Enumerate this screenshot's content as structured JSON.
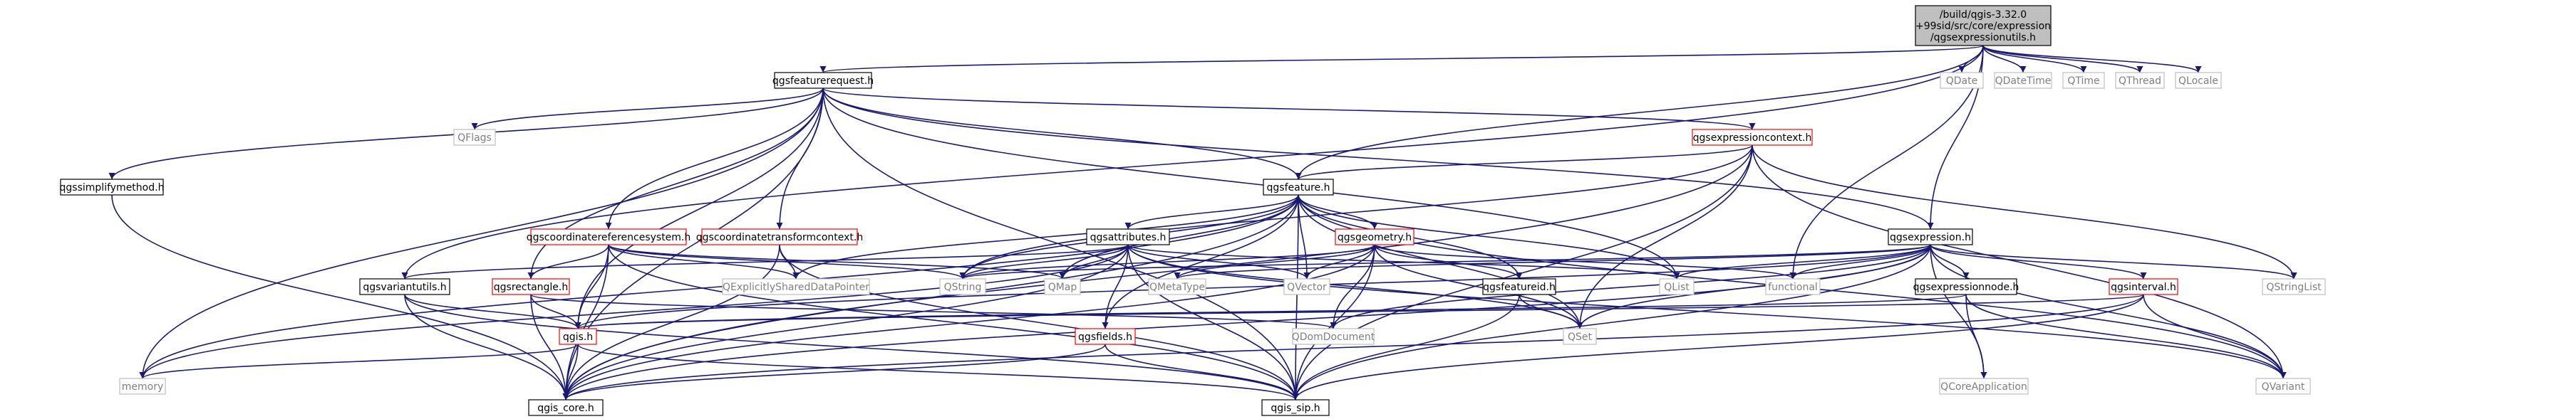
{
  "colors": {
    "edge": "#191970",
    "root_fill": "#bfbfbf",
    "root_stroke": "#000000",
    "normal_stroke": "#000000",
    "missing_stroke": "#ff0000",
    "external_stroke": "#bfbfbf",
    "external_text": "#7f7f7f",
    "text": "#000000"
  },
  "nodes": [
    {
      "id": "root",
      "label": "/build/qgis-3.32.0\n+99sid/src/core/expression\n/qgsexpressionutils.h",
      "kind": "root"
    },
    {
      "id": "qgsfeaturerequest",
      "label": "qgsfeaturerequest.h",
      "kind": "normal"
    },
    {
      "id": "qdate",
      "label": "QDate",
      "kind": "external"
    },
    {
      "id": "qdatetime",
      "label": "QDateTime",
      "kind": "external"
    },
    {
      "id": "qtime",
      "label": "QTime",
      "kind": "external"
    },
    {
      "id": "qthread",
      "label": "QThread",
      "kind": "external"
    },
    {
      "id": "qlocale",
      "label": "QLocale",
      "kind": "external"
    },
    {
      "id": "qflags",
      "label": "QFlags",
      "kind": "external"
    },
    {
      "id": "qgsexpressioncontext",
      "label": "qgsexpressioncontext.h",
      "kind": "missing"
    },
    {
      "id": "qgssimplifymethod",
      "label": "qgssimplifymethod.h",
      "kind": "normal"
    },
    {
      "id": "qgsfeature",
      "label": "qgsfeature.h",
      "kind": "normal"
    },
    {
      "id": "qgsexpression",
      "label": "qgsexpression.h",
      "kind": "normal"
    },
    {
      "id": "qgscoordinatereferencesystem",
      "label": "qgscoordinatereferencesystem.h",
      "kind": "missing"
    },
    {
      "id": "qgscoordinatetransformcontext",
      "label": "qgscoordinatetransformcontext.h",
      "kind": "missing"
    },
    {
      "id": "qgsattributes",
      "label": "qgsattributes.h",
      "kind": "normal"
    },
    {
      "id": "qgsgeometry",
      "label": "qgsgeometry.h",
      "kind": "missing"
    },
    {
      "id": "qgsvariantutils",
      "label": "qgsvariantutils.h",
      "kind": "normal"
    },
    {
      "id": "qgsrectangle",
      "label": "qgsrectangle.h",
      "kind": "missing"
    },
    {
      "id": "qexplicitly",
      "label": "QExplicitlySharedDataPointer",
      "kind": "external"
    },
    {
      "id": "qstring",
      "label": "QString",
      "kind": "external"
    },
    {
      "id": "qmap",
      "label": "QMap",
      "kind": "external"
    },
    {
      "id": "qmetatype",
      "label": "QMetaType",
      "kind": "external"
    },
    {
      "id": "qvector",
      "label": "QVector",
      "kind": "external"
    },
    {
      "id": "qgsfeatureid",
      "label": "qgsfeatureid.h",
      "kind": "normal"
    },
    {
      "id": "qlist",
      "label": "QList",
      "kind": "external"
    },
    {
      "id": "functional",
      "label": "functional",
      "kind": "external"
    },
    {
      "id": "qgsexpressionnode",
      "label": "qgsexpressionnode.h",
      "kind": "normal"
    },
    {
      "id": "qgsinterval",
      "label": "qgsinterval.h",
      "kind": "missing"
    },
    {
      "id": "qstringlist",
      "label": "QStringList",
      "kind": "external"
    },
    {
      "id": "qgis",
      "label": "qgis.h",
      "kind": "missing"
    },
    {
      "id": "qgsfields",
      "label": "qgsfields.h",
      "kind": "missing"
    },
    {
      "id": "qdomdocument",
      "label": "QDomDocument",
      "kind": "external"
    },
    {
      "id": "qset",
      "label": "QSet",
      "kind": "external"
    },
    {
      "id": "qcoreapplication",
      "label": "QCoreApplication",
      "kind": "external"
    },
    {
      "id": "qvariant",
      "label": "QVariant",
      "kind": "external"
    },
    {
      "id": "memory",
      "label": "memory",
      "kind": "external"
    },
    {
      "id": "qgis_core",
      "label": "qgis_core.h",
      "kind": "normal"
    },
    {
      "id": "qgis_sip",
      "label": "qgis_sip.h",
      "kind": "normal"
    }
  ],
  "edges": [
    [
      "root",
      "qgsfeaturerequest"
    ],
    [
      "root",
      "qdate"
    ],
    [
      "root",
      "qdatetime"
    ],
    [
      "root",
      "qtime"
    ],
    [
      "root",
      "qthread"
    ],
    [
      "root",
      "qlocale"
    ],
    [
      "root",
      "qgsexpression"
    ],
    [
      "root",
      "qgsfeature"
    ],
    [
      "root",
      "qgsvariantutils"
    ],
    [
      "root",
      "functional"
    ],
    [
      "qgsfeaturerequest",
      "qflags"
    ],
    [
      "qgsfeaturerequest",
      "qgsexpressioncontext"
    ],
    [
      "qgsfeaturerequest",
      "qgssimplifymethod"
    ],
    [
      "qgsfeaturerequest",
      "qgsfeature"
    ],
    [
      "qgsfeaturerequest",
      "qgsexpression"
    ],
    [
      "qgsfeaturerequest",
      "qgscoordinatereferencesystem"
    ],
    [
      "qgsfeaturerequest",
      "qgscoordinatetransformcontext"
    ],
    [
      "qgsfeaturerequest",
      "qgsrectangle"
    ],
    [
      "qgsfeaturerequest",
      "qgis_core"
    ],
    [
      "qgsfeaturerequest",
      "qgis_sip"
    ],
    [
      "qgsfeaturerequest",
      "qgis"
    ],
    [
      "qgsfeaturerequest",
      "memory"
    ],
    [
      "qgsfeaturerequest",
      "qlist"
    ],
    [
      "qgsexpressioncontext",
      "qgsfeature"
    ],
    [
      "qgsexpressioncontext",
      "qgis_core"
    ],
    [
      "qgsexpressioncontext",
      "qstring"
    ],
    [
      "qgsexpressioncontext",
      "qstringlist"
    ],
    [
      "qgsexpressioncontext",
      "qvariant"
    ],
    [
      "qgsexpressioncontext",
      "qset"
    ],
    [
      "qgsexpressioncontext",
      "qgis_sip"
    ],
    [
      "qgssimplifymethod",
      "qgis_core"
    ],
    [
      "qgsfeature",
      "qgsattributes"
    ],
    [
      "qgsfeature",
      "qgsgeometry"
    ],
    [
      "qgsfeature",
      "qgsfields"
    ],
    [
      "qgsfeature",
      "qgsfeatureid"
    ],
    [
      "qgsfeature",
      "qexplicitly"
    ],
    [
      "qgsfeature",
      "qstring"
    ],
    [
      "qgsfeature",
      "qmap"
    ],
    [
      "qgsfeature",
      "qvector"
    ],
    [
      "qgsfeature",
      "qset"
    ],
    [
      "qgsfeature",
      "qlist"
    ],
    [
      "qgsfeature",
      "qvariant"
    ],
    [
      "qgsfeature",
      "qgis_core"
    ],
    [
      "qgsfeature",
      "qgis_sip"
    ],
    [
      "qgsfeature",
      "memory"
    ],
    [
      "qgsexpression",
      "qmetatype"
    ],
    [
      "qgsexpression",
      "qstringlist"
    ],
    [
      "qgsexpression",
      "qvariant"
    ],
    [
      "qgsexpression",
      "qlist"
    ],
    [
      "qgsexpression",
      "qdomdocument"
    ],
    [
      "qgsexpression",
      "qcoreapplication"
    ],
    [
      "qgsexpression",
      "qset"
    ],
    [
      "qgsexpression",
      "functional"
    ],
    [
      "qgsexpression",
      "qgsexpressionnode"
    ],
    [
      "qgsexpression",
      "qgsinterval"
    ],
    [
      "qgsexpression",
      "qgis"
    ],
    [
      "qgsexpression",
      "qgis_core"
    ],
    [
      "qgsexpression",
      "qgis_sip"
    ],
    [
      "qgsexpression",
      "qstring"
    ],
    [
      "qgscoordinatereferencesystem",
      "qgsrectangle"
    ],
    [
      "qgscoordinatereferencesystem",
      "qgis"
    ],
    [
      "qgscoordinatereferencesystem",
      "qgis_core"
    ],
    [
      "qgscoordinatereferencesystem",
      "qgis_sip"
    ],
    [
      "qgscoordinatereferencesystem",
      "qexplicitly"
    ],
    [
      "qgscoordinatereferencesystem",
      "qstring"
    ],
    [
      "qgscoordinatereferencesystem",
      "qmap"
    ],
    [
      "qgscoordinatetransformcontext",
      "qgis_core"
    ],
    [
      "qgscoordinatetransformcontext",
      "qgis_sip"
    ],
    [
      "qgscoordinatetransformcontext",
      "qexplicitly"
    ],
    [
      "qgsattributes",
      "qgis_core"
    ],
    [
      "qgsattributes",
      "qgis_sip"
    ],
    [
      "qgsattributes",
      "qmap"
    ],
    [
      "qgsattributes",
      "qstring"
    ],
    [
      "qgsattributes",
      "qvariant"
    ],
    [
      "qgsattributes",
      "qlist"
    ],
    [
      "qgsattributes",
      "qvector"
    ],
    [
      "qgsattributes",
      "qgsfields"
    ],
    [
      "qgsattributes",
      "qgsvariantutils"
    ],
    [
      "qgsattributes",
      "qset"
    ],
    [
      "qgsattributes",
      "memory"
    ],
    [
      "qgsgeometry",
      "functional"
    ],
    [
      "qgsgeometry",
      "qdomdocument"
    ],
    [
      "qgsgeometry",
      "qset"
    ],
    [
      "qgsgeometry",
      "qstring"
    ],
    [
      "qgsgeometry",
      "qvector"
    ],
    [
      "qgsgeometry",
      "qgis_core"
    ],
    [
      "qgsgeometry",
      "qgis_sip"
    ],
    [
      "qgsgeometry",
      "qgsfeatureid"
    ],
    [
      "qgsgeometry",
      "qmetatype"
    ],
    [
      "qgsvariantutils",
      "qgis"
    ],
    [
      "qgsvariantutils",
      "qgis_core"
    ],
    [
      "qgsvariantutils",
      "qgis_sip"
    ],
    [
      "qgsrectangle",
      "qgis"
    ],
    [
      "qgsrectangle",
      "qgis_core"
    ],
    [
      "qgsrectangle",
      "qdomdocument"
    ],
    [
      "qgsfeatureid",
      "qset"
    ],
    [
      "qgsfeatureid",
      "qgis_sip"
    ],
    [
      "qgsexpressionnode",
      "qgis"
    ],
    [
      "qgsexpressionnode",
      "qcoreapplication"
    ],
    [
      "qgsexpressionnode",
      "qvariant"
    ],
    [
      "qgsinterval",
      "qgis"
    ],
    [
      "qgsinterval",
      "qgis_core"
    ],
    [
      "qgsinterval",
      "qgis_sip"
    ],
    [
      "qgsinterval",
      "qvariant"
    ],
    [
      "qgis",
      "qgis_core"
    ],
    [
      "qgis",
      "memory"
    ],
    [
      "qgis",
      "qgis_sip"
    ],
    [
      "qgsfields",
      "qgis_core"
    ],
    [
      "qgsfields",
      "qgis_sip"
    ]
  ]
}
